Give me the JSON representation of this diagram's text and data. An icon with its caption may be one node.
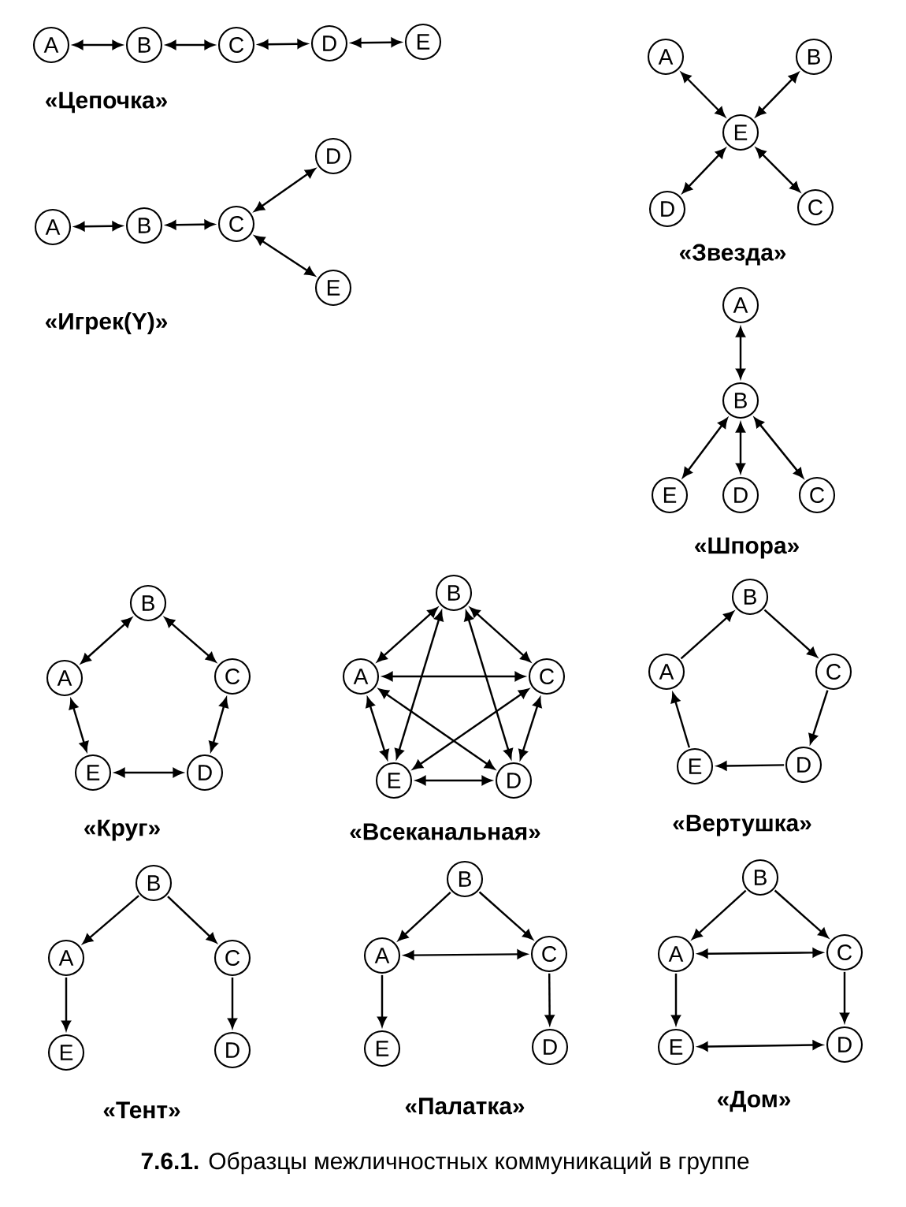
{
  "diagram": {
    "caption": "**7.6.1.** Образцы межличностных коммуникаций в группе",
    "nodes": [
      {
        "text": [
          "A"
        ]
      },
      {
        "text": [
          "B"
        ]
      },
      {
        "text": [
          "C"
        ]
      },
      {
        "text": [
          "D"
        ]
      },
      {
        "text": [
          "E"
        ]
      },
      {
        "text": [
          "A"
        ]
      },
      {
        "text": [
          "B"
        ]
      },
      {
        "text": [
          "C"
        ]
      },
      {
        "text": [
          "D"
        ]
      },
      {
        "text": [
          "E"
        ]
      },
      {
        "text": [
          "A"
        ]
      },
      {
        "text": [
          "B"
        ]
      },
      {
        "text": [
          "E"
        ]
      },
      {
        "text": [
          "D"
        ]
      },
      {
        "text": [
          "C"
        ]
      },
      {
        "text": [
          "A"
        ]
      },
      {
        "text": [
          "B"
        ]
      },
      {
        "text": [
          "E"
        ]
      },
      {
        "text": [
          "D"
        ]
      },
      {
        "text": [
          "C"
        ]
      },
      {
        "text": [
          "B"
        ]
      },
      {
        "text": [
          "A"
        ]
      },
      {
        "text": [
          "C"
        ]
      },
      {
        "text": [
          "E"
        ]
      },
      {
        "text": [
          "D"
        ]
      },
      {
        "text": [
          "B"
        ]
      },
      {
        "text": [
          "A"
        ]
      },
      {
        "text": [
          "C"
        ]
      },
      {
        "text": [
          "E"
        ]
      },
      {
        "text": [
          "D"
        ]
      },
      {
        "text": [
          "B"
        ]
      },
      {
        "text": [
          "A"
        ]
      },
      {
        "text": [
          "C"
        ]
      },
      {
        "text": [
          "E"
        ]
      },
      {
        "text": [
          "D"
        ]
      },
      {
        "text": [
          "B"
        ]
      },
      {
        "text": [
          "A"
        ]
      },
      {
        "text": [
          "C"
        ]
      },
      {
        "text": [
          "E"
        ]
      },
      {
        "text": [
          "D"
        ]
      },
      {
        "text": [
          "B"
        ]
      },
      {
        "text": [
          "A"
        ]
      },
      {
        "text": [
          "C"
        ]
      },
      {
        "text": [
          "E"
        ]
      },
      {
        "text": [
          "D"
        ]
      },
      {
        "text": [
          "B"
        ]
      },
      {
        "text": [
          "A"
        ]
      },
      {
        "text": [
          "C"
        ]
      },
      {
        "text": [
          "E"
        ]
      },
      {
        "text": [
          "D"
        ]
      }
    ],
    "edges": [
      {
        "from": 0,
        "to": 1,
        "arrow": "both"
      },
      {
        "from": 1,
        "to": 2,
        "arrow": "both"
      },
      {
        "from": 2,
        "to": 3,
        "arrow": "both"
      },
      {
        "from": 3,
        "to": 4,
        "arrow": "both"
      },
      {
        "from": 5,
        "to": 6,
        "arrow": "both"
      },
      {
        "from": 6,
        "to": 7,
        "arrow": "both"
      },
      {
        "from": 7,
        "to": 8,
        "arrow": "both"
      },
      {
        "from": 7,
        "to": 9,
        "arrow": "both"
      },
      {
        "from": 10,
        "to": 12,
        "arrow": "both"
      },
      {
        "from": 11,
        "to": 12,
        "arrow": "both"
      },
      {
        "from": 13,
        "to": 12,
        "arrow": "both"
      },
      {
        "from": 14,
        "to": 12,
        "arrow": "both"
      },
      {
        "from": 15,
        "to": 16,
        "arrow": "both"
      },
      {
        "from": 16,
        "to": 17,
        "arrow": "both"
      },
      {
        "from": 16,
        "to": 18,
        "arrow": "both"
      },
      {
        "from": 16,
        "to": 19,
        "arrow": "both"
      },
      {
        "from": 21,
        "to": 20,
        "arrow": "both"
      },
      {
        "from": 20,
        "to": 22,
        "arrow": "both"
      },
      {
        "from": 22,
        "to": 24,
        "arrow": "both"
      },
      {
        "from": 24,
        "to": 23,
        "arrow": "both"
      },
      {
        "from": 23,
        "to": 21,
        "arrow": "both"
      },
      {
        "from": 26,
        "to": 25,
        "arrow": "both"
      },
      {
        "from": 25,
        "to": 27,
        "arrow": "both"
      },
      {
        "from": 27,
        "to": 29,
        "arrow": "both"
      },
      {
        "from": 29,
        "to": 28,
        "arrow": "both"
      },
      {
        "from": 28,
        "to": 26,
        "arrow": "both"
      },
      {
        "from": 26,
        "to": 27,
        "arrow": "both"
      },
      {
        "from": 26,
        "to": 29,
        "arrow": "both"
      },
      {
        "from": 25,
        "to": 28,
        "arrow": "both"
      },
      {
        "from": 25,
        "to": 29,
        "arrow": "both"
      },
      {
        "from": 27,
        "to": 28,
        "arrow": "both"
      },
      {
        "from": 31,
        "to": 30,
        "arrow": "to"
      },
      {
        "from": 30,
        "to": 32,
        "arrow": "to"
      },
      {
        "from": 32,
        "to": 34,
        "arrow": "to"
      },
      {
        "from": 34,
        "to": 33,
        "arrow": "to"
      },
      {
        "from": 33,
        "to": 31,
        "arrow": "to"
      },
      {
        "from": 35,
        "to": 36,
        "arrow": "to"
      },
      {
        "from": 35,
        "to": 37,
        "arrow": "to"
      },
      {
        "from": 36,
        "to": 38,
        "arrow": "to"
      },
      {
        "from": 37,
        "to": 39,
        "arrow": "to"
      },
      {
        "from": 40,
        "to": 41,
        "arrow": "to"
      },
      {
        "from": 40,
        "to": 42,
        "arrow": "to"
      },
      {
        "from": 41,
        "to": 42,
        "arrow": "both"
      },
      {
        "from": 41,
        "to": 43,
        "arrow": "to"
      },
      {
        "from": 42,
        "to": 44,
        "arrow": "to"
      },
      {
        "from": 45,
        "to": 46,
        "arrow": "to"
      },
      {
        "from": 45,
        "to": 47,
        "arrow": "to"
      },
      {
        "from": 46,
        "to": 47,
        "arrow": "both"
      },
      {
        "from": 46,
        "to": 48,
        "arrow": "to"
      },
      {
        "from": 47,
        "to": 49,
        "arrow": "to"
      },
      {
        "from": 48,
        "to": 49,
        "arrow": "both"
      }
    ],
    "labels": [
      "«Цепочка»",
      "«Игрек(Y)»",
      "«Звезда»",
      "«Шпора»",
      "«Круг»",
      "«Всеканальная»",
      "«Вертушка»",
      "«Тент»",
      "«Палатка»",
      "«Дом»"
    ]
  }
}
